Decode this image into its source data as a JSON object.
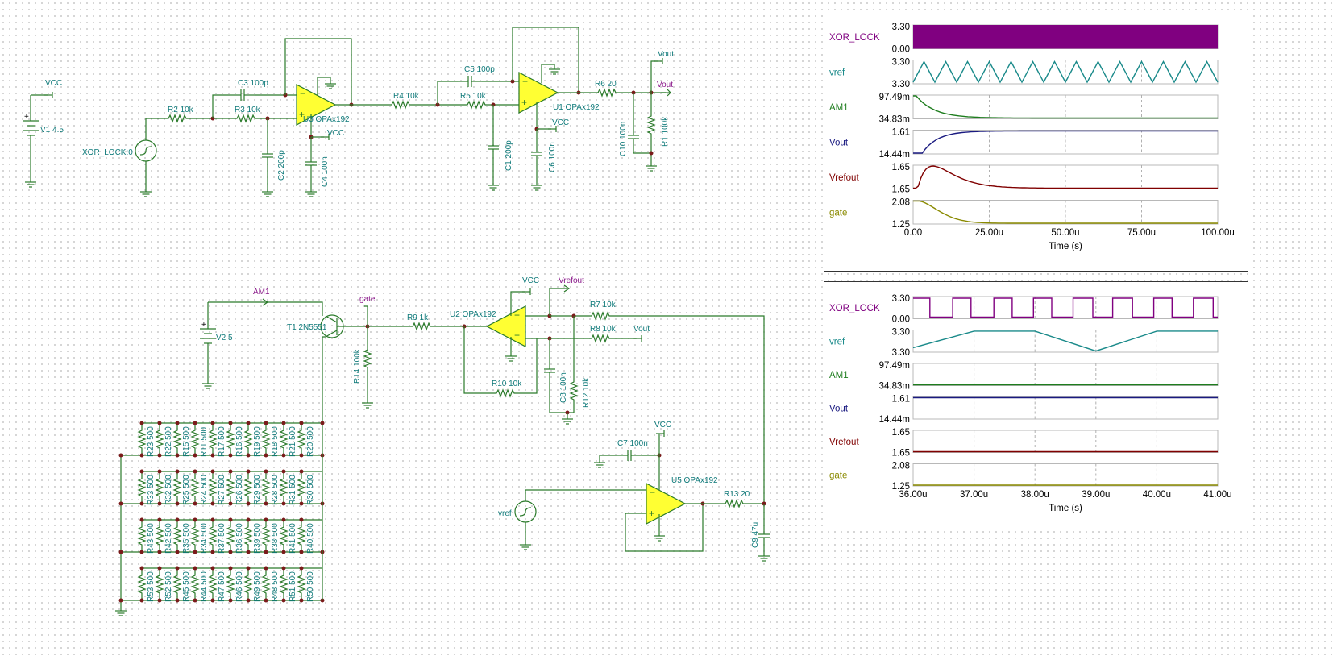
{
  "schematic": {
    "components": {
      "v1": "V1 4.5",
      "v2": "V2 5",
      "vcc1": "VCC",
      "vcc2": "VCC",
      "vcc3": "VCC",
      "vcc4": "VCC",
      "vcc5": "VCC",
      "xor_source": "XOR_LOCK:0",
      "r2": "R2 10k",
      "r3": "R3 10k",
      "c3": "C3 100p",
      "c2": "C2 200p",
      "c4": "C4 100n",
      "u3": "U3 OPAx192",
      "r4": "R4 10k",
      "r5": "R5 10k",
      "c5": "C5 100p",
      "c1": "C1 200p",
      "c6": "C6 100n",
      "u1": "U1 OPAx192",
      "r6": "R6 20",
      "c10": "C10 100n",
      "r1": "R1 100k",
      "vout1": "Vout",
      "vout2": "Vout",
      "vout3": "Vout",
      "am1": "AM1",
      "gate": "gate",
      "t1": "T1 2N5551",
      "r14": "R14 100k",
      "r9": "R9 1k",
      "u2": "U2 OPAx192",
      "vrefout": "Vrefout",
      "r7": "R7 10k",
      "r8": "R8 10k",
      "r10": "R10 10k",
      "c8": "C8 100n",
      "r12": "R12 10k",
      "c7": "C7 100n",
      "u5": "U5 OPAx192",
      "vref": "vref",
      "r13": "R13 20",
      "c9": "C9 47u"
    },
    "resistor_bank": [
      [
        "R23 500",
        "R22 500",
        "R15 500",
        "R11 500",
        "R17 500",
        "R16 500",
        "R19 500",
        "R18 500",
        "R21 500",
        "R20 500"
      ],
      [
        "R33 500",
        "R32 500",
        "R25 500",
        "R24 500",
        "R27 500",
        "R26 500",
        "R29 500",
        "R28 500",
        "R31 500",
        "R30 500"
      ],
      [
        "R43 500",
        "R42 500",
        "R35 500",
        "R34 500",
        "R37 500",
        "R36 500",
        "R39 500",
        "R38 500",
        "R41 500",
        "R40 500"
      ],
      [
        "R53 500",
        "R52 500",
        "R45 500",
        "R44 500",
        "R47 500",
        "R46 500",
        "R49 500",
        "R48 500",
        "R51 500",
        "R50 500"
      ]
    ]
  },
  "scope_top": {
    "x_axis_label": "Time (s)",
    "x_ticks": [
      "0.00",
      "25.00u",
      "50.00u",
      "75.00u",
      "100.00u"
    ],
    "traces": [
      {
        "name": "XOR_LOCK",
        "max": "3.30",
        "min": "0.00",
        "color": "#800080"
      },
      {
        "name": "vref",
        "max": "3.30",
        "min": "3.30",
        "color": "#1a8a8a"
      },
      {
        "name": "AM1",
        "max": "97.49m",
        "min": "34.83m",
        "color": "#1e7d1e"
      },
      {
        "name": "Vout",
        "max": "1.61",
        "min": "14.44m",
        "color": "#1a1a80"
      },
      {
        "name": "Vrefout",
        "max": "1.65",
        "min": "1.65",
        "color": "#800000"
      },
      {
        "name": "gate",
        "max": "2.08",
        "min": "1.25",
        "color": "#8a8a00"
      }
    ]
  },
  "scope_bottom": {
    "x_axis_label": "Time (s)",
    "x_ticks": [
      "36.00u",
      "37.00u",
      "38.00u",
      "39.00u",
      "40.00u",
      "41.00u"
    ],
    "traces": [
      {
        "name": "XOR_LOCK",
        "max": "3.30",
        "min": "0.00",
        "color": "#800080"
      },
      {
        "name": "vref",
        "max": "3.30",
        "min": "3.30",
        "color": "#1a8a8a"
      },
      {
        "name": "AM1",
        "max": "97.49m",
        "min": "34.83m",
        "color": "#1e7d1e"
      },
      {
        "name": "Vout",
        "max": "1.61",
        "min": "14.44m",
        "color": "#1a1a80"
      },
      {
        "name": "Vrefout",
        "max": "1.65",
        "min": "1.65",
        "color": "#800000"
      },
      {
        "name": "gate",
        "max": "2.08",
        "min": "1.25",
        "color": "#8a8a00"
      }
    ]
  }
}
